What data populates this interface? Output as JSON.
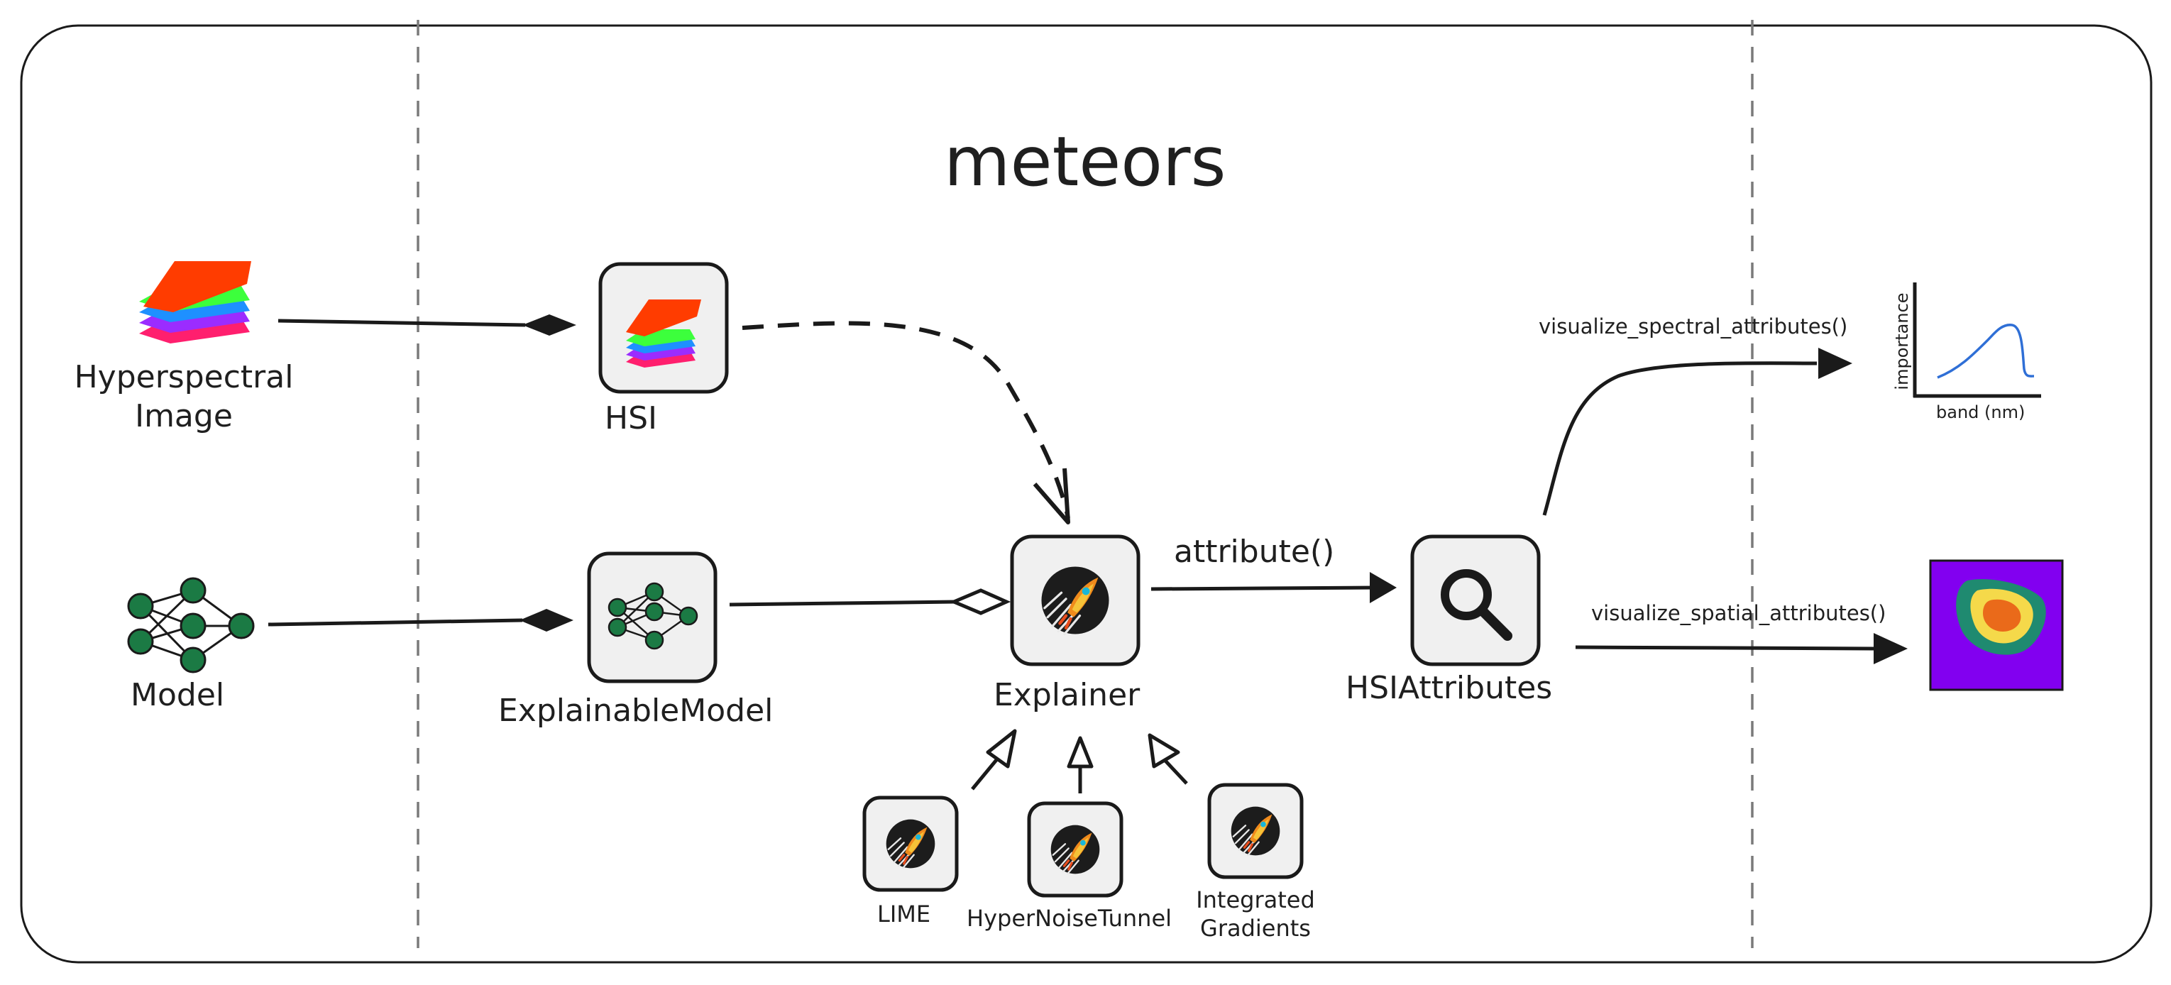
{
  "title": "meteors",
  "inputs": {
    "hyperspectral_image": {
      "line1": "Hyperspectral",
      "line2": "Image"
    },
    "model": "Model"
  },
  "wrappers": {
    "hsi": "HSI",
    "explainable_model": "ExplainableModel"
  },
  "explainer": {
    "label": "Explainer",
    "methods": [
      {
        "label": "LIME"
      },
      {
        "label": "HyperNoiseTunnel"
      },
      {
        "line1": "Integrated",
        "line2": "Gradients"
      }
    ]
  },
  "attribute_call": "attribute()",
  "attributes": {
    "label": "HSIAttributes",
    "icon": "magnifier-icon"
  },
  "visualizations": {
    "spectral": {
      "call": "visualize_spectral_attributes()",
      "ylabel": "importance",
      "xlabel": "band (nm)",
      "series_color": "#2f6fd6"
    },
    "spatial": {
      "call": "visualize_spatial_attributes()",
      "colors": {
        "background": "#8200f0",
        "outer": "#1f8a70",
        "middle": "#f5d94a",
        "core": "#ea6a1a"
      }
    }
  },
  "colors": {
    "stroke": "#1a1a1a",
    "box_fill": "#f0f0f0",
    "network_node": "#1b7a44",
    "divider": "#7a7a7a",
    "layers": [
      "#ff3c00",
      "#3cff3c",
      "#1e90ff",
      "#9b2cff",
      "#ff1f6e"
    ]
  }
}
